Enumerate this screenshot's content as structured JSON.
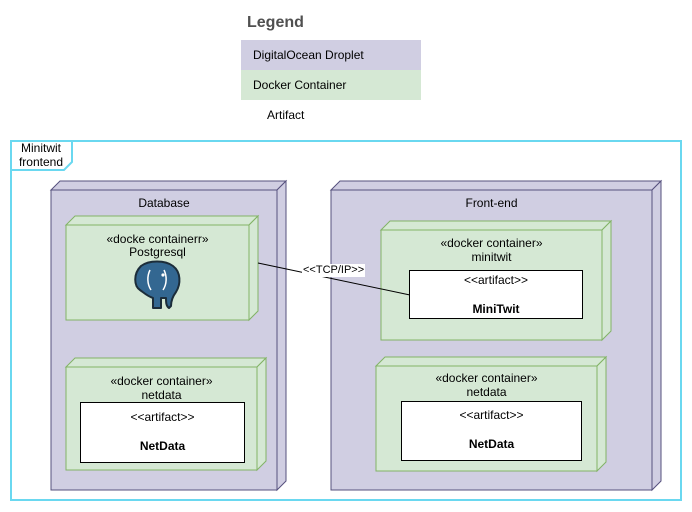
{
  "legend": {
    "title": "Legend",
    "items": [
      {
        "label": "DigitalOcean Droplet",
        "color": "#d0cee2"
      },
      {
        "label": "Docker Container",
        "color": "#d5e8d4"
      },
      {
        "label": "Artifact",
        "color": "#ffffff"
      }
    ]
  },
  "frame": {
    "title": "Minitwit frontend",
    "title_line1": "Minitwit",
    "title_line2": "frontend",
    "border_color": "#6ad8f0"
  },
  "colors": {
    "droplet_fill": "#d0cee2",
    "droplet_stroke": "#56517e",
    "container_fill": "#d5e8d4",
    "container_stroke": "#82b366"
  },
  "nodes": {
    "database": {
      "title": "Database",
      "postgres": {
        "stereotype": "«docke containerr»",
        "name": "Postgresql",
        "icon": "postgresql-elephant-icon"
      },
      "netdata": {
        "stereotype": "«docker container»",
        "name": "netdata",
        "artifact_stereotype": "<<artifact>>",
        "artifact_name": "NetData"
      }
    },
    "frontend": {
      "title": "Front-end",
      "minitwit": {
        "stereotype": "«docker container»",
        "name": "minitwit",
        "artifact_stereotype": "<<artifact>>",
        "artifact_name": "MiniTwit"
      },
      "netdata": {
        "stereotype": "«docker container»",
        "name": "netdata",
        "artifact_stereotype": "<<artifact>>",
        "artifact_name": "NetData"
      }
    }
  },
  "connection": {
    "label": "<<TCP/IP>>"
  }
}
